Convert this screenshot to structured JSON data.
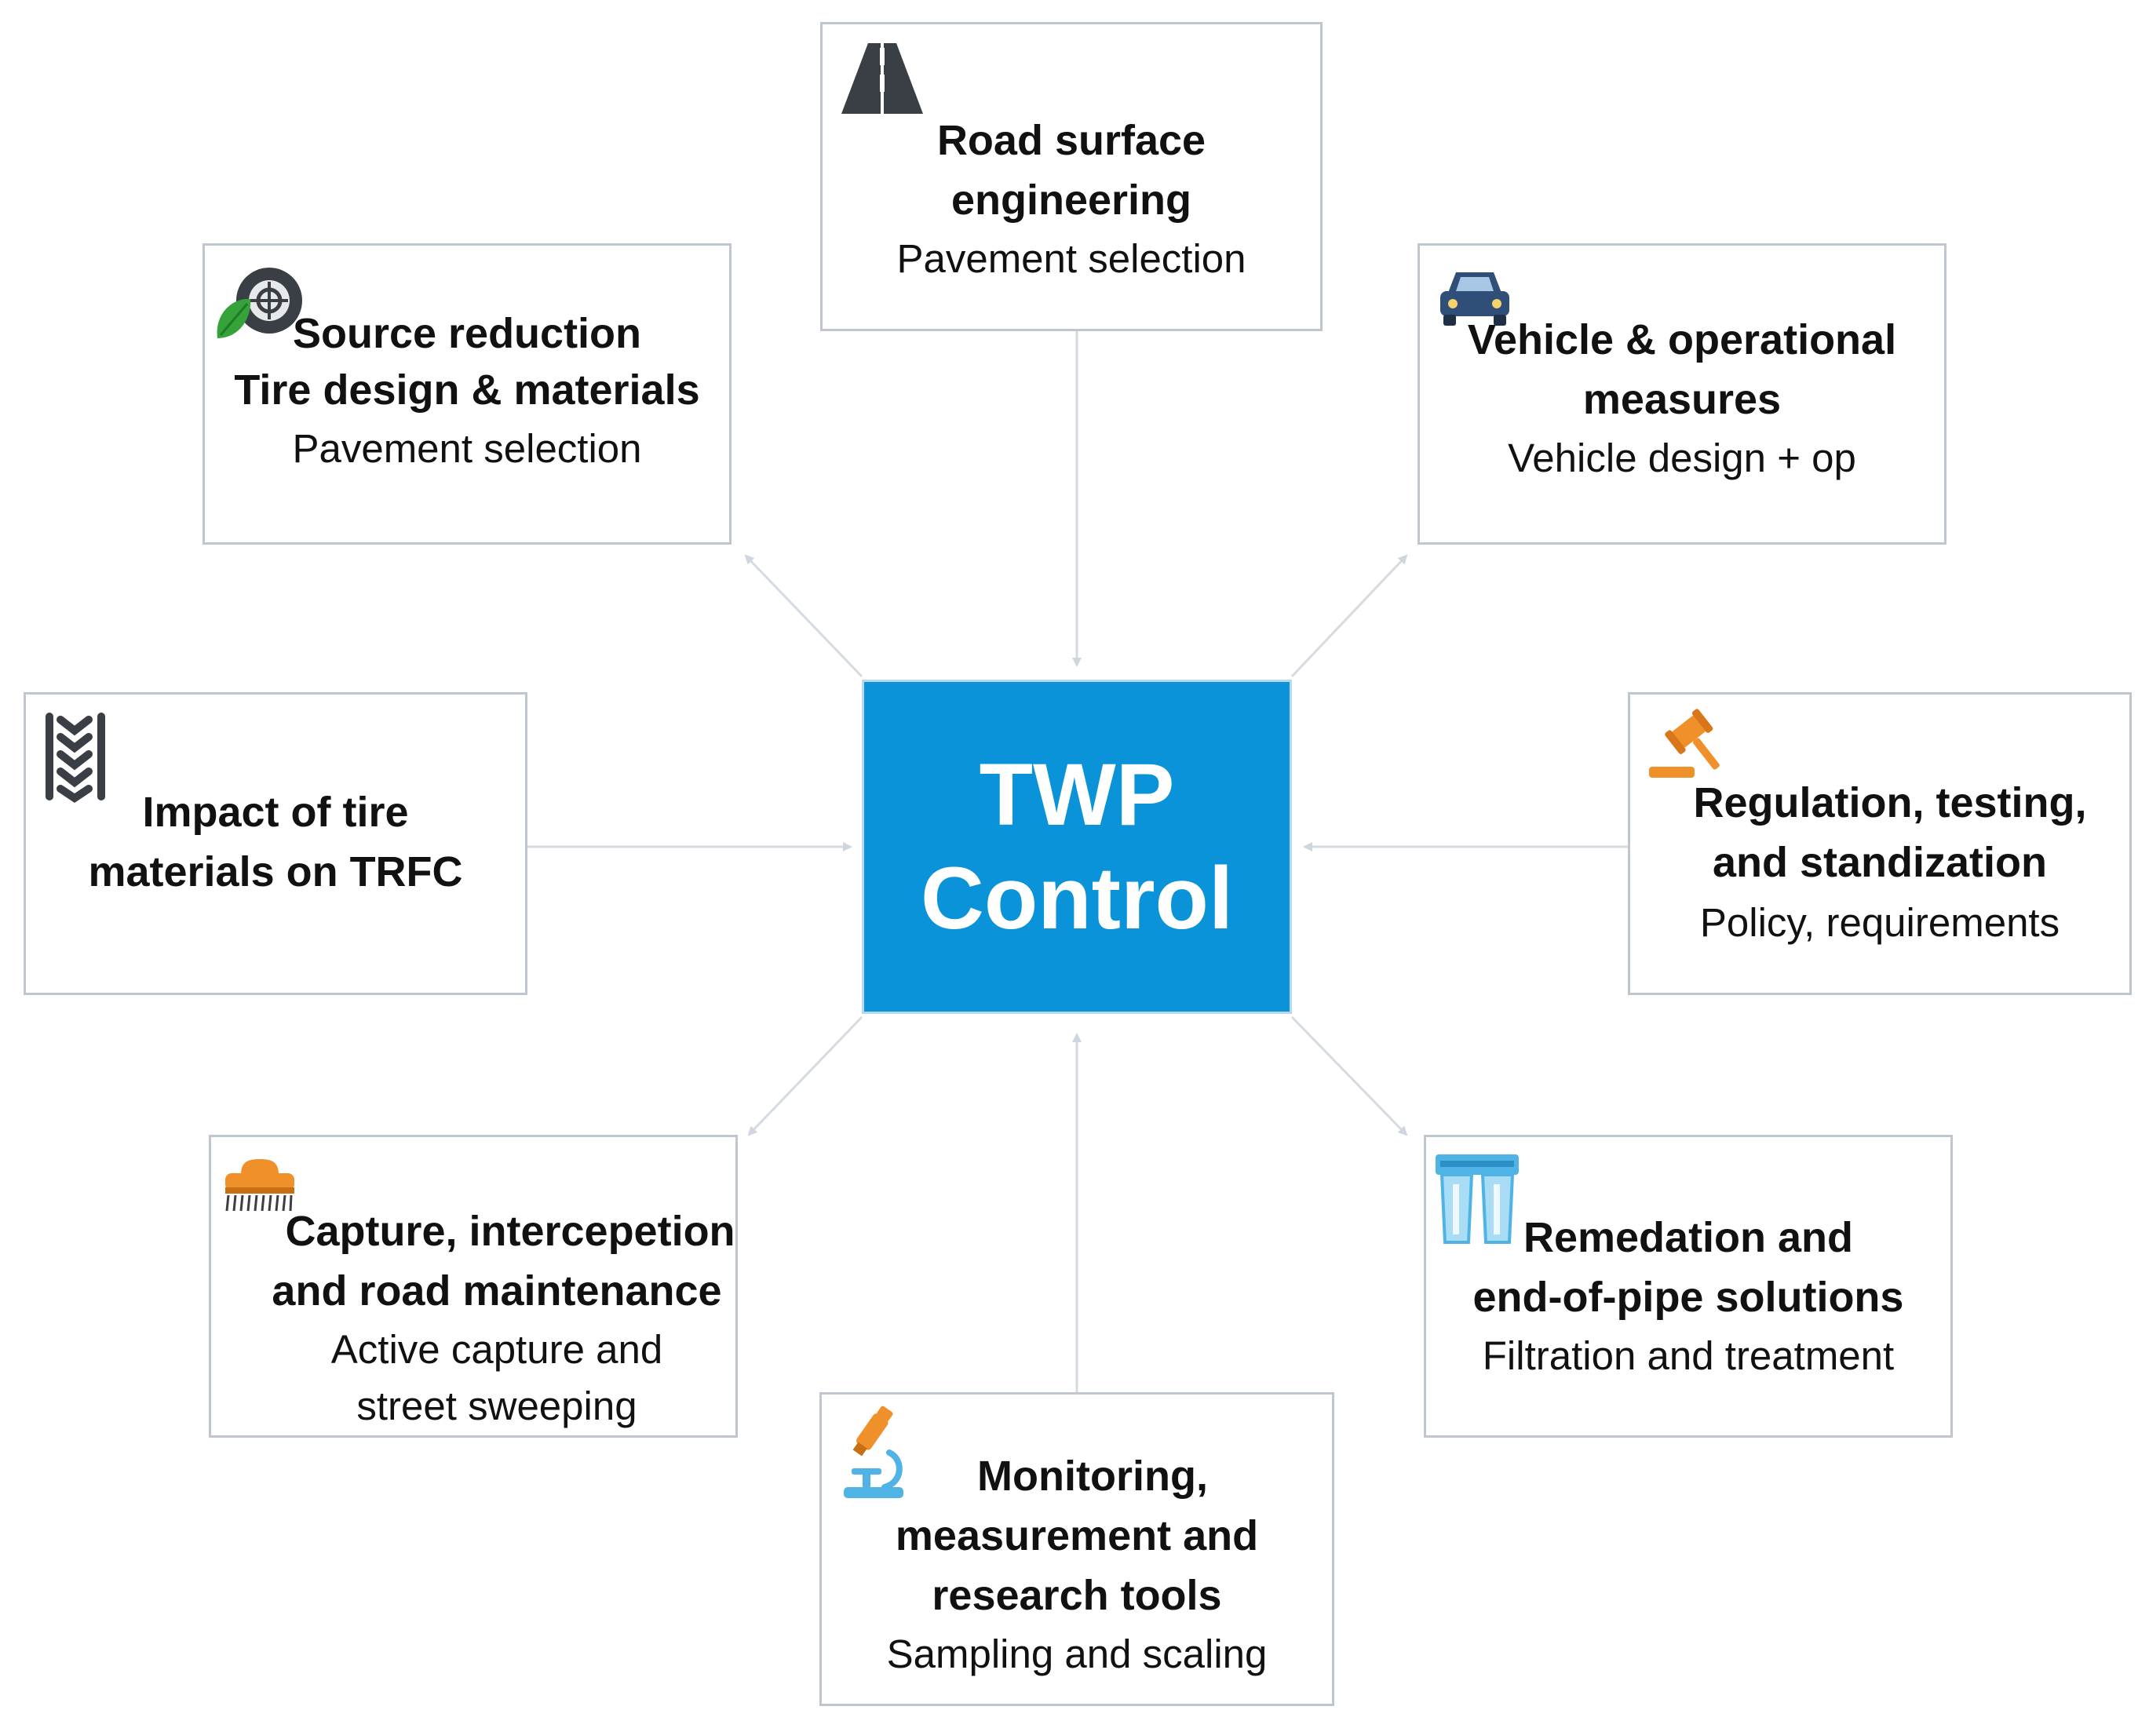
{
  "center": {
    "title": "TWP\nControl",
    "color": "#0a93d8"
  },
  "nodes": {
    "road": {
      "title1": "Road surface",
      "title2": "engineering",
      "sub1": "Pavement selection",
      "icon": "road-icon"
    },
    "source": {
      "title1": "Source reduction",
      "title2": "Tire design & materials",
      "sub1": "Pavement selection",
      "icon": "tire-leaf-icon"
    },
    "vehicle": {
      "title1": "Vehicle & operational",
      "title2": "measures",
      "sub1": "Vehicle design + op",
      "icon": "car-icon"
    },
    "impact": {
      "title1": "Impact of tire",
      "title2": "materials on TRFC",
      "icon": "tire-tread-icon"
    },
    "regulation": {
      "title1": "Regulation, testing,",
      "title2": "and standization",
      "sub1": "Policy, requirements",
      "icon": "gavel-icon"
    },
    "capture": {
      "title1": "Capture, intercepetion",
      "title2": "and road maintenance",
      "sub1": "Active capture and",
      "sub2": "street sweeping",
      "icon": "brush-icon"
    },
    "remediation": {
      "title1": "Remedation and",
      "title2": "end-of-pipe solutions",
      "sub1": "Filtration and treatment",
      "icon": "filter-icon"
    },
    "monitoring": {
      "title1": "Monitoring,",
      "title2": "measurement and",
      "title3": "research tools",
      "sub1": "Sampling and scaling",
      "icon": "microscope-icon"
    }
  },
  "colors": {
    "border": "#bfc6cf",
    "arrow": "#d5dbe1",
    "icon_dark": "#3a3f45",
    "icon_orange": "#f0902a",
    "icon_blue": "#4fb3e6"
  }
}
